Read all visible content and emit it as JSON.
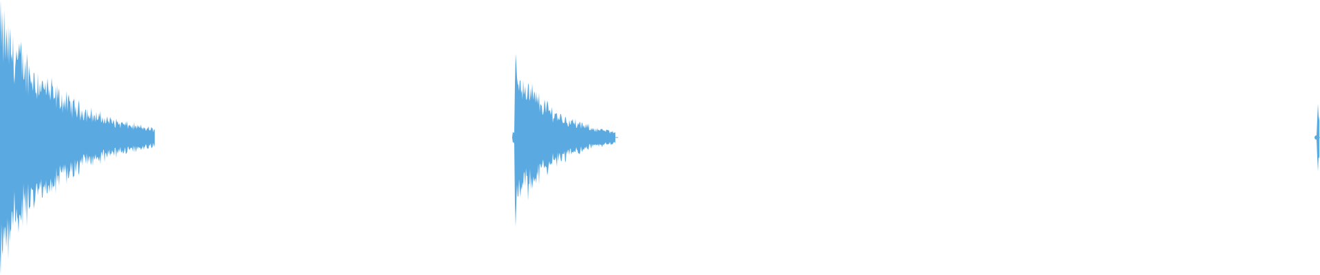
{
  "waveform": {
    "color": "#5aa9e0",
    "background": "#ffffff",
    "duration_s": 1.0,
    "amplitude_range": [
      -1,
      1
    ],
    "bursts": [
      {
        "onset_s": 0.0,
        "peak": 0.98,
        "decay_s": 0.045
      },
      {
        "onset_s": 0.39,
        "peak": 0.6,
        "decay_s": 0.03
      },
      {
        "onset_s": 0.998,
        "peak": 0.26,
        "decay_s": 0.004
      }
    ]
  }
}
